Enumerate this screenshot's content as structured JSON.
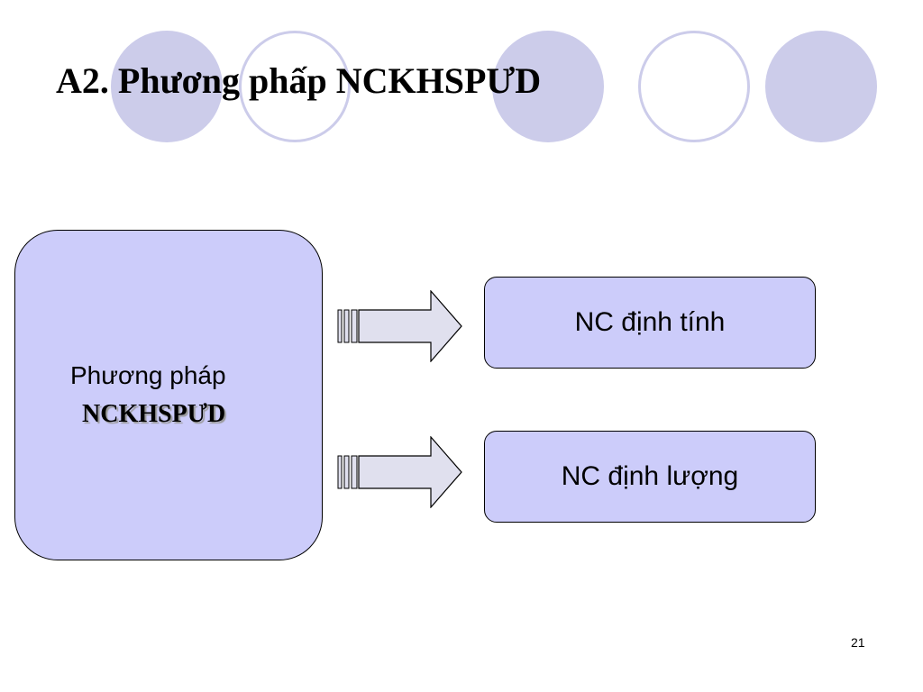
{
  "slide": {
    "title": "A2. Phương phấp NCKHSPƯD",
    "page_number": "21"
  },
  "diagram": {
    "source": {
      "line1": "Phương pháp",
      "line2": "NCKHSPƯD"
    },
    "targets": [
      {
        "label": "NC định tính"
      },
      {
        "label": "NC định lượng"
      }
    ]
  },
  "colors": {
    "box_fill": "#ccccfa",
    "circle_fill": "#ccccea",
    "arrow_fill": "#e0e0ee"
  }
}
